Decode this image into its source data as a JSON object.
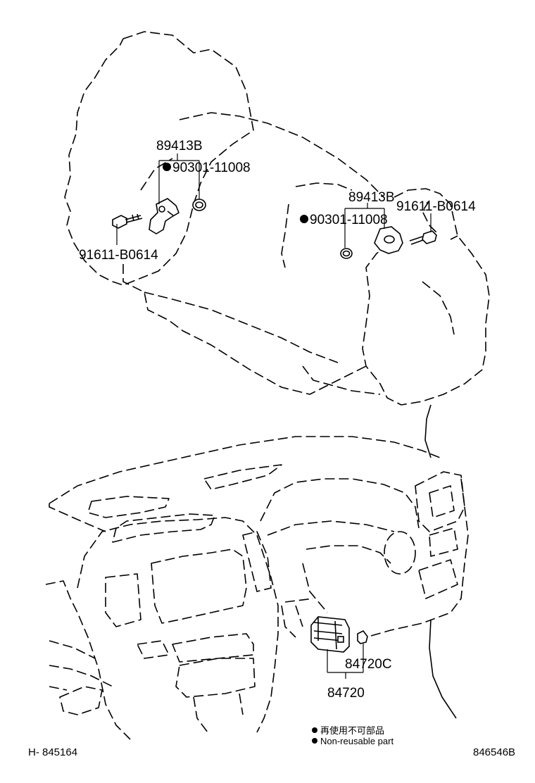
{
  "callouts": {
    "sensor_upper_left": "89413B",
    "oring_upper_left": "90301-11008",
    "bolt_upper_left": "91611-B0614",
    "sensor_upper_right": "89413B",
    "oring_upper_right": "90301-11008",
    "bolt_upper_right": "91611-B0614",
    "switch_lower": "84720C",
    "switch_assembly": "84720"
  },
  "legend": {
    "line_japanese": "再使用不可部品",
    "line_english": "Non-reusable part"
  },
  "footer": {
    "left_code": "H- 845164",
    "right_code": "846546B"
  }
}
